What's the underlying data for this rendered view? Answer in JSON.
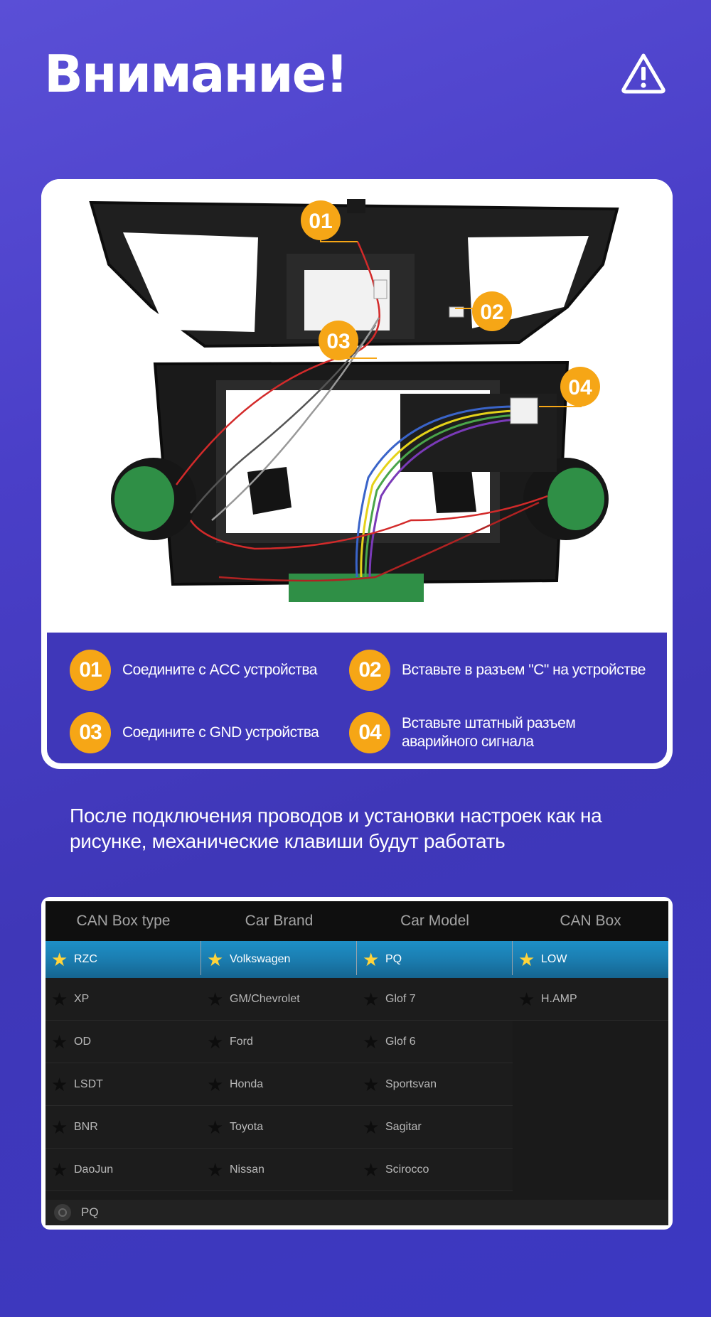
{
  "header": {
    "title": "Внимание!",
    "icon": "warning-triangle-icon"
  },
  "diagram": {
    "badges": [
      "01",
      "02",
      "03",
      "04"
    ],
    "legend": [
      {
        "num": "01",
        "text": "Соедините с ACC устройства"
      },
      {
        "num": "02",
        "text": "Вставьте в разъем \"C\" на устройстве"
      },
      {
        "num": "03",
        "text": "Соедините с GND устройства"
      },
      {
        "num": "04",
        "text": "Вставьте штатный разъем\nаварийного сигнала"
      }
    ]
  },
  "description": "После подключения проводов и установки настроек как на рисунке, механические клавиши будут работать",
  "can_table": {
    "headers": [
      "CAN Box type",
      "Car Brand",
      "Car Model",
      "CAN Box"
    ],
    "selected": [
      "RZC",
      "Volkswagen",
      "PQ",
      "LOW"
    ],
    "columns": [
      [
        "XP",
        "OD",
        "LSDT",
        "BNR",
        "DaoJun"
      ],
      [
        "GM/Chevrolet",
        "Ford",
        "Honda",
        "Toyota",
        "Nissan"
      ],
      [
        "Glof 7",
        "Glof 6",
        "Sportsvan",
        "Sagitar",
        "Scirocco"
      ],
      [
        "H.AMP"
      ]
    ],
    "footer_label": "PQ"
  },
  "colors": {
    "accent": "#f6a616",
    "background": "#4a3fc8",
    "selected_row": "#1b7db0"
  }
}
